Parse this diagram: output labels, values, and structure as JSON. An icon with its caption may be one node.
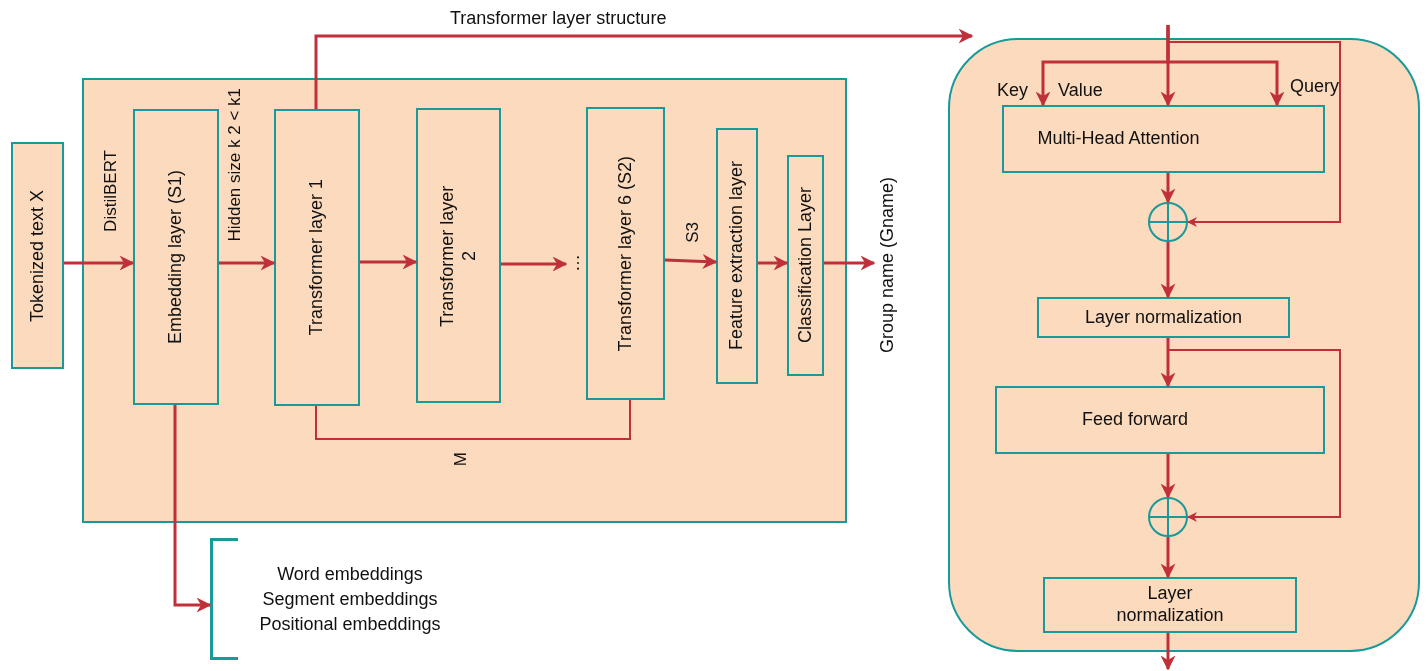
{
  "diagram": {
    "nodes": [
      {
        "text": [
          "Tokenized text X"
        ]
      },
      {
        "text": [
          "DistilBERT"
        ]
      },
      {
        "text": [
          "Embedding layer (S1)"
        ],
        "in": 1
      },
      {
        "text": [
          "Transformer layer 1"
        ],
        "in": 1
      },
      {
        "text": [
          "Transformer layer 2"
        ],
        "in": 1
      },
      {
        "text": [
          "…"
        ],
        "in": 1
      },
      {
        "text": [
          "Transformer layer 6 (S2)"
        ],
        "in": 1
      },
      {
        "text": [
          "Feature extraction layer"
        ],
        "in": 1
      },
      {
        "text": [
          "Classification Layer"
        ],
        "in": 1
      },
      {
        "text": [
          "Group name (Gname)"
        ]
      },
      {
        "text": [],
        "shape": "box"
      },
      {
        "text": [
          "Multi-Head Attention"
        ],
        "in": 10
      },
      {
        "text": [],
        "shape": "circle",
        "in": 10
      },
      {
        "text": [
          "Layer normalization"
        ],
        "in": 10
      },
      {
        "text": [
          "Feed forward"
        ],
        "in": 10
      },
      {
        "text": [],
        "shape": "circle",
        "in": 10
      },
      {
        "text": [
          "Layer normalization"
        ],
        "in": 10
      },
      {
        "text": [
          "Word embeddings",
          "Segment embeddings",
          "Positional embeddings"
        ]
      }
    ],
    "edges": [
      {
        "from": 0,
        "to": 2,
        "arrow": "to"
      },
      {
        "from": 2,
        "to": 3,
        "arrow": "to",
        "label": "Hidden size k 2 < k1"
      },
      {
        "from": 3,
        "to": 4,
        "arrow": "to"
      },
      {
        "from": 4,
        "to": 5,
        "arrow": "to"
      },
      {
        "from": 6,
        "to": 7,
        "arrow": "to",
        "label": "S3"
      },
      {
        "from": 7,
        "to": 8,
        "arrow": "to"
      },
      {
        "from": 8,
        "to": 9,
        "arrow": "to"
      },
      {
        "from": 3,
        "to": 6,
        "arrow": "none",
        "label": "M"
      },
      {
        "from": 3,
        "to": 10,
        "arrow": "to",
        "label": "Transformer layer structure"
      },
      {
        "from": null,
        "to": 11,
        "arrow": "to"
      },
      {
        "from": null,
        "to": 11,
        "arrow": "to"
      },
      {
        "from": null,
        "to": 11,
        "arrow": "to"
      },
      {
        "from": null,
        "to": 12,
        "arrow": "to"
      },
      {
        "from": 11,
        "to": 12,
        "arrow": "to"
      },
      {
        "from": 12,
        "to": 13,
        "arrow": "to"
      },
      {
        "from": 13,
        "to": 14,
        "arrow": "to"
      },
      {
        "from": 13,
        "to": 15,
        "arrow": "to"
      },
      {
        "from": 14,
        "to": 15,
        "arrow": "to"
      },
      {
        "from": 15,
        "to": 16,
        "arrow": "to"
      },
      {
        "from": 16,
        "to": null,
        "arrow": "to"
      },
      {
        "from": 2,
        "to": 17,
        "arrow": "to"
      }
    ],
    "labels": [
      "Key",
      "Value",
      "Query"
    ]
  }
}
